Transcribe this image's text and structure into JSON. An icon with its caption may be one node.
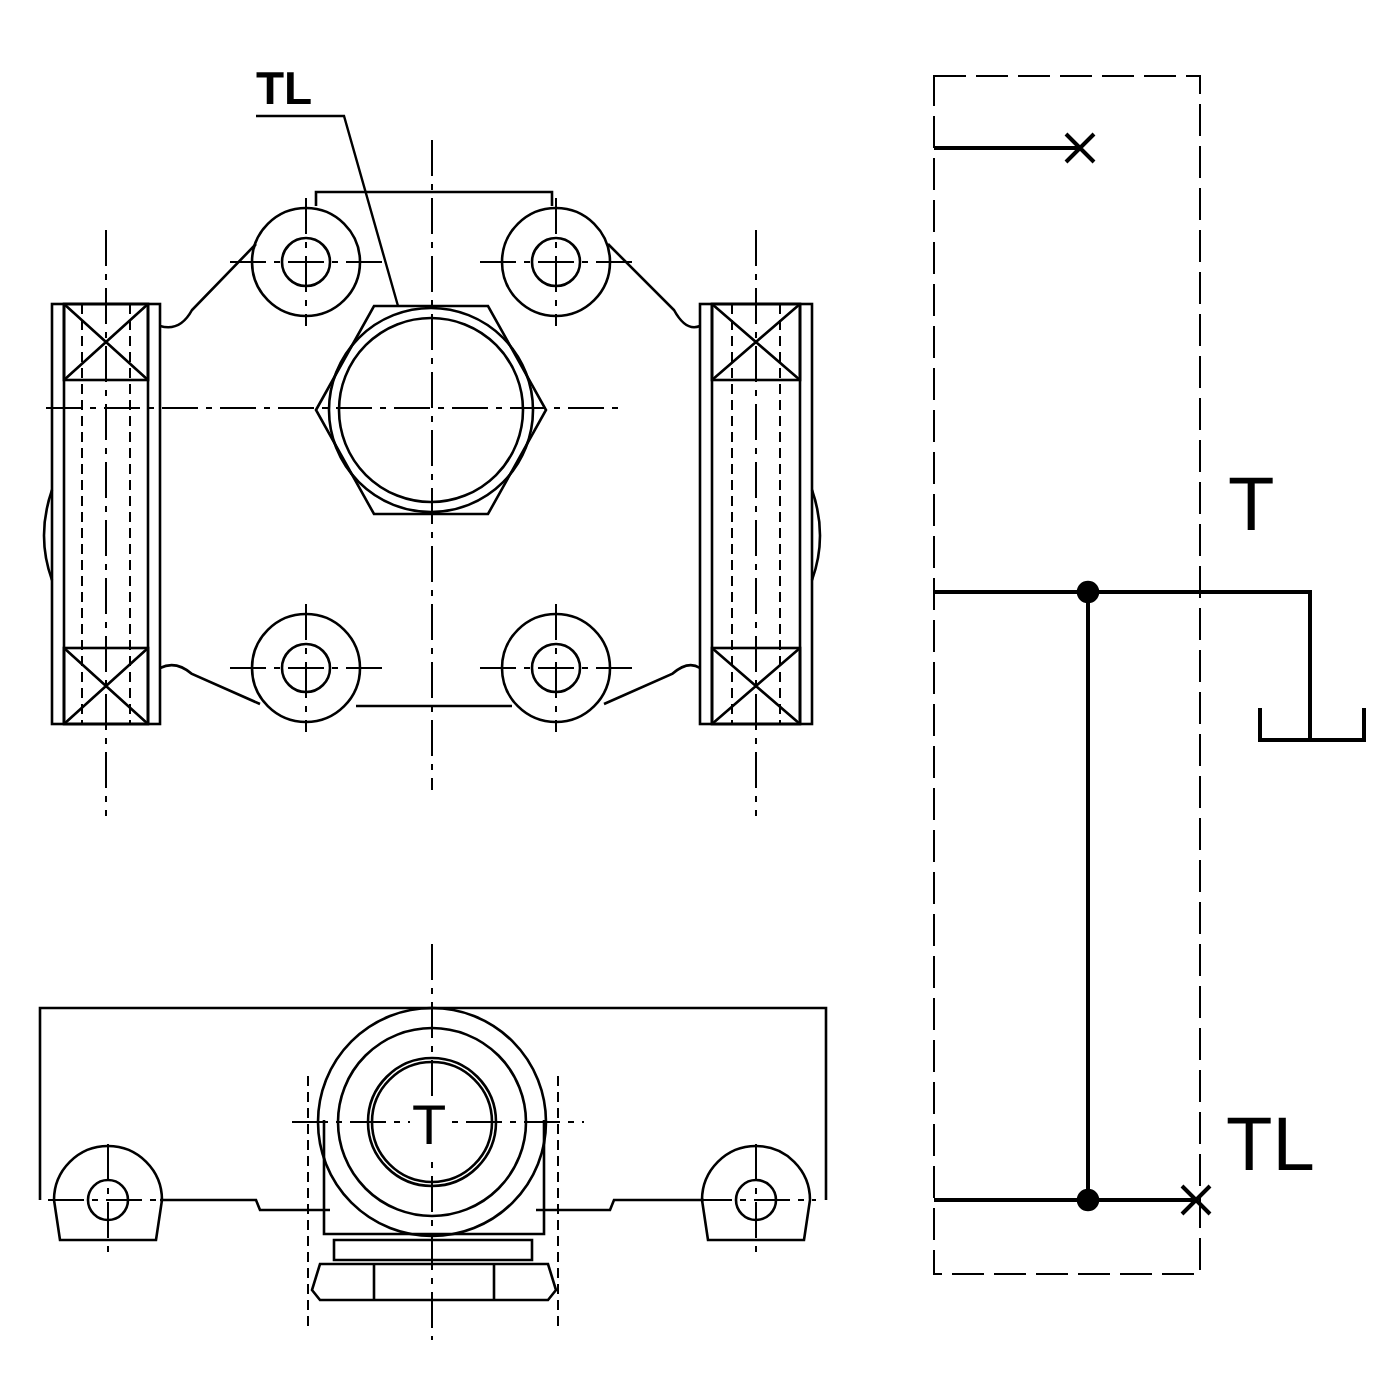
{
  "diagram": {
    "nodes": [
      {
        "text": [
          "TL"
        ]
      },
      {
        "text": [],
        "shape": "picture"
      }
    ],
    "edges": [
      {
        "from": 0,
        "to": 1,
        "arrow": "none"
      }
    ],
    "labels": [
      "T",
      "T",
      "TL"
    ]
  }
}
